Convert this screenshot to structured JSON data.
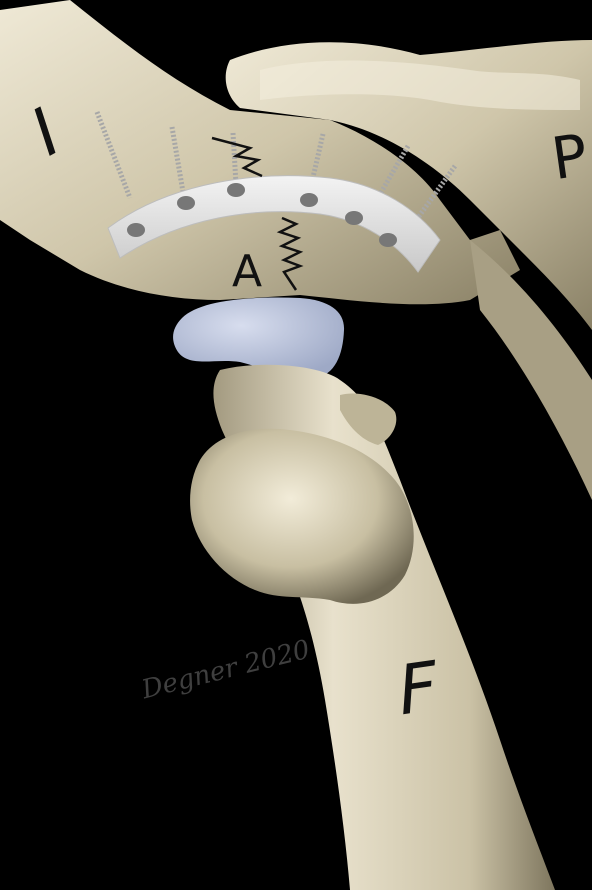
{
  "labels": {
    "ilium": "I",
    "pubis": "P",
    "acetabulum": "A",
    "femur": "F"
  },
  "signature_text": "Degner 2020",
  "colors": {
    "background": "#000000",
    "bone_light": "#e8e2cf",
    "bone_mid": "#c9c1a6",
    "bone_dark": "#8d8468",
    "plate": "#dedede",
    "implant_cup": "#b9c3d9",
    "ink": "#111111"
  }
}
